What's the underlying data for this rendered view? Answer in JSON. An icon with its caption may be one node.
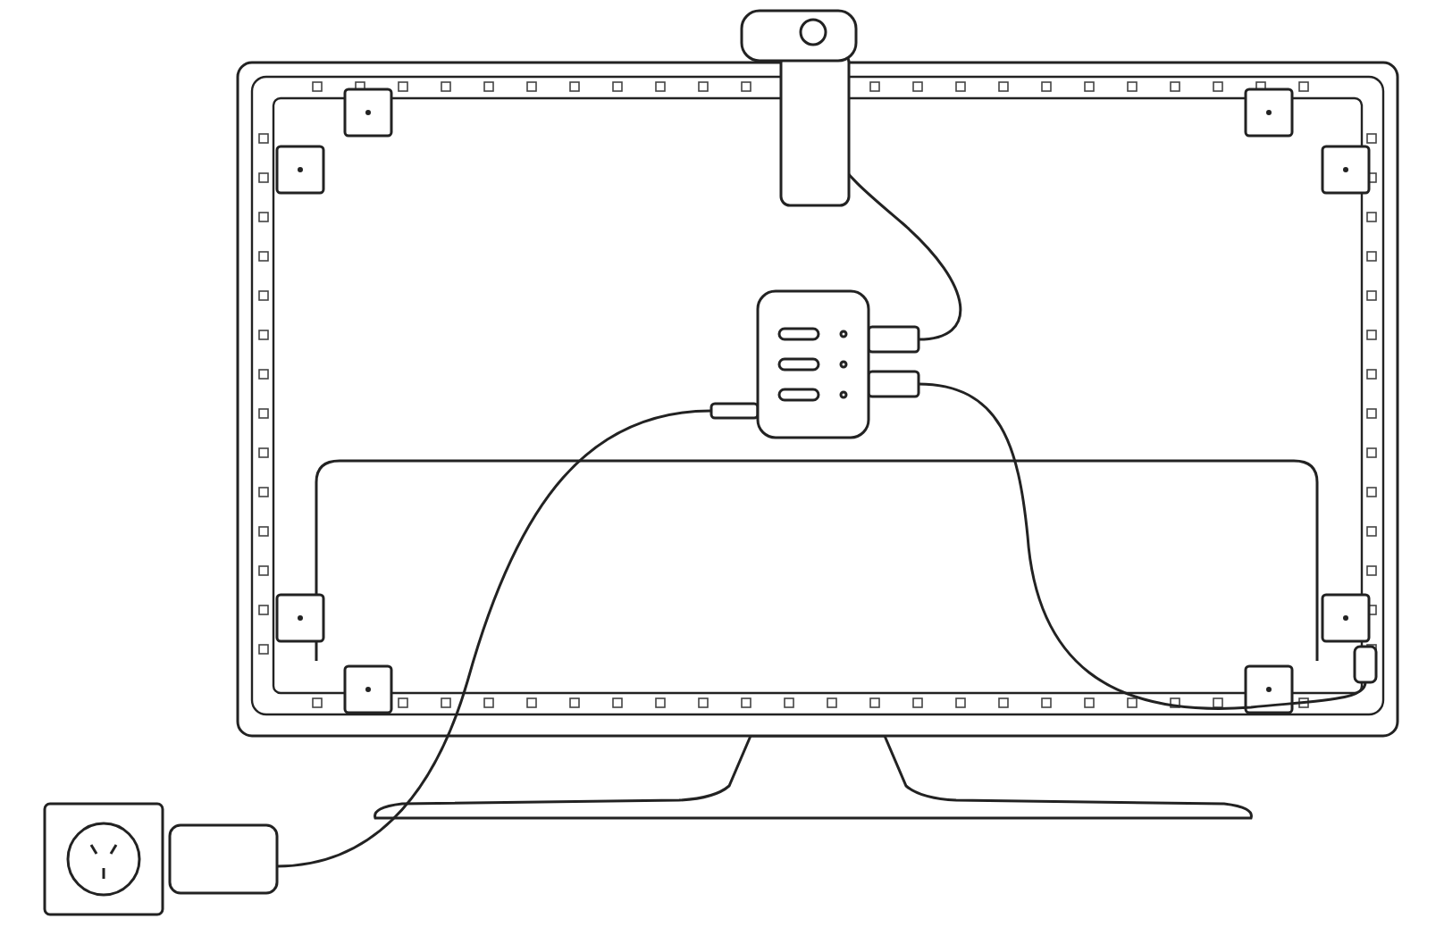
{
  "diagram": {
    "nodes": [
      {
        "text": [],
        "shape": "picture"
      },
      {
        "text": [],
        "shape": "box"
      },
      {
        "text": [],
        "shape": "box"
      },
      {
        "text": [],
        "shape": "box"
      }
    ],
    "edges": [
      {
        "from": 0,
        "to": 1,
        "arrow": "none"
      },
      {
        "from": 1,
        "to": 2,
        "arrow": "none"
      },
      {
        "from": 1,
        "to": 3,
        "arrow": "none"
      }
    ]
  }
}
